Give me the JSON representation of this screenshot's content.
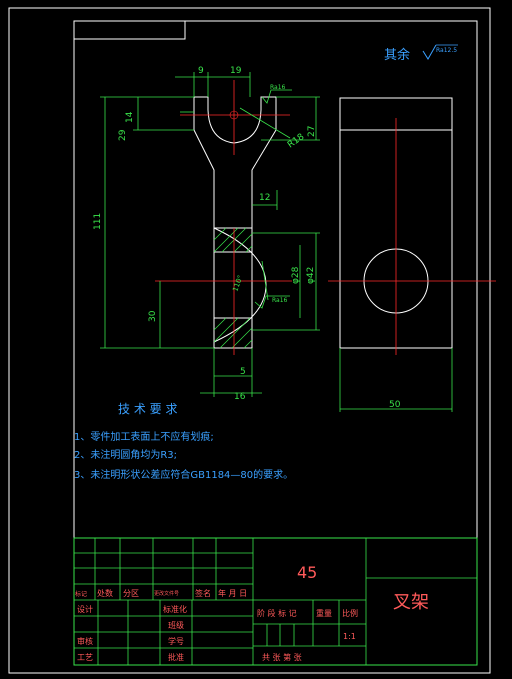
{
  "drawing": {
    "roughness_other": "其余",
    "roughness_other_value": "Ra12.5",
    "top_roughness": "Ra16",
    "bore_roughness": "Ra16",
    "dims": {
      "d9": "9",
      "d19": "19",
      "d14": "14",
      "d29": "29",
      "d27": "27",
      "r18": "R18",
      "d12": "12",
      "d111": "111",
      "d30": "30",
      "phi28": "φ28",
      "phi42": "φ42",
      "ang": "110°",
      "d5": "5",
      "d16": "16",
      "d50": "50"
    }
  },
  "requirements": {
    "title": "技 术 要 求",
    "items": [
      "1、零件加工表面上不应有划痕;",
      "2、未注明圆角均为R3;",
      "3、未注明形状公差应符合GB1184—80的要求。"
    ]
  },
  "title_block": {
    "material": "45",
    "part_name": "叉架",
    "labels": {
      "marks": "标记",
      "count": "处数",
      "zone": "分区",
      "doc_no": "更改文件号",
      "sign": "签名",
      "date": "年 月 日",
      "design": "设计",
      "standard": "标准化",
      "class": "班级",
      "review": "审核",
      "student_no": "学号",
      "craft": "工艺",
      "approve": "批准",
      "stage": "阶 段 标 记",
      "weight": "重量",
      "scale": "比例",
      "scale_value": "1:1",
      "sheets": "共    张  第    张"
    }
  }
}
